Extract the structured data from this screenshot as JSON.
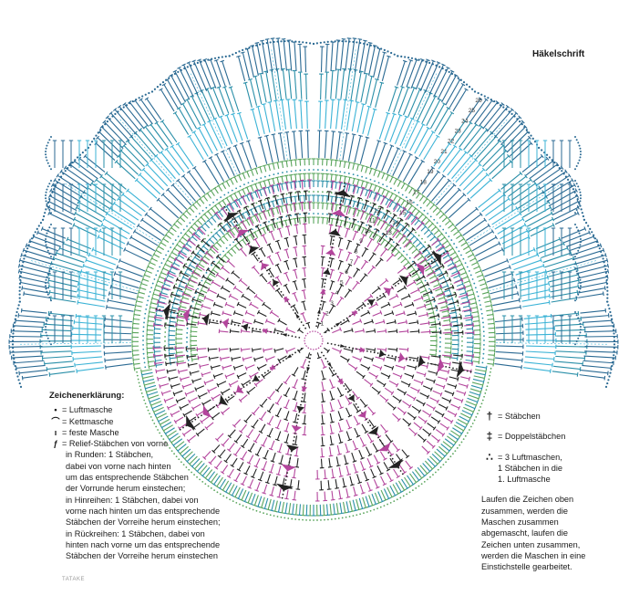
{
  "title": "Häkelschrift",
  "colors": {
    "magenta": "#b3459c",
    "black": "#222222",
    "green": "#5aa55c",
    "teal": "#2a8fa8",
    "lightblue": "#3bb3d6",
    "darkblue": "#2b6a93"
  },
  "legend_left": {
    "heading": "Zeichenerklärung:",
    "items": [
      {
        "symbol": "•",
        "text": "= Luftmasche"
      },
      {
        "symbol": "⌒",
        "text": "= Kettmasche"
      },
      {
        "symbol": "ı",
        "text": "= feste Masche"
      },
      {
        "symbol": "ƒ",
        "text": "= Relief-Stäbchen von vorne"
      }
    ],
    "relief_lines": [
      "in Runden: 1 Stäbchen,",
      "dabei von vorne nach hinten",
      "um das entsprechende Stäbchen",
      "der Vorrunde herum einstechen;",
      "in Hinreihen: 1 Stäbchen, dabei von",
      "vorne nach hinten um das entsprechende",
      "Stäbchen der Vorreihe herum einstechen;",
      "in Rückreihen: 1 Stäbchen, dabei von",
      "hinten nach vorne um das entsprechende",
      "Stäbchen der Vorreihe herum einstechen"
    ]
  },
  "legend_right": {
    "items": [
      {
        "symbol": "†",
        "text": "= Stäbchen"
      },
      {
        "symbol": "‡",
        "text": "= Doppelstäbchen"
      }
    ],
    "combo_symbol": "∴",
    "combo_lines": [
      "= 3 Luftmaschen,",
      "1 Stäbchen in die",
      "1. Luftmasche"
    ],
    "note_lines": [
      "Laufen die Zeichen oben",
      "zusammen, werden die",
      "Maschen zusammen",
      "abgemascht, laufen die",
      "Zeichen unten zusammen,",
      "werden die Maschen in eine",
      "Einstichstelle gearbeitet."
    ]
  },
  "round_numbers": [
    "1",
    "2",
    "3",
    "4",
    "5",
    "6",
    "7",
    "8",
    "9",
    "10",
    "11",
    "12",
    "13",
    "14",
    "15",
    "16",
    "17",
    "18",
    "19",
    "20",
    "21",
    "22",
    "23",
    "24",
    "25",
    "26"
  ],
  "watermark": "TATAKE"
}
